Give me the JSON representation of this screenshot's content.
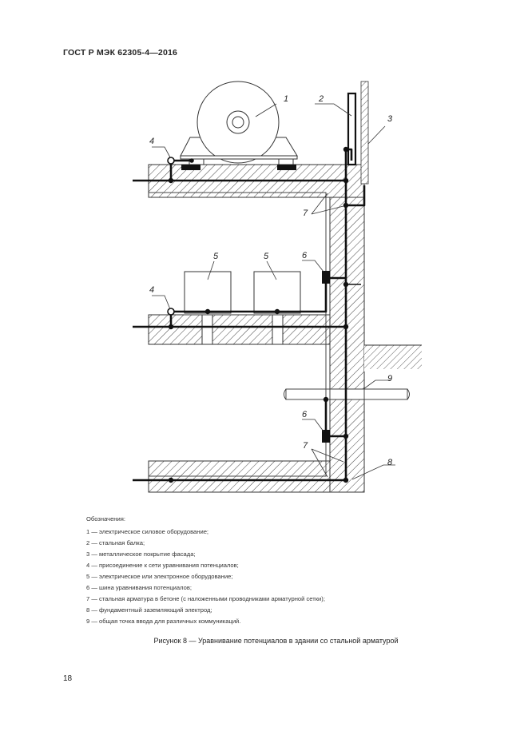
{
  "document": {
    "header": "ГОСТ Р МЭК 62305-4—2016",
    "page_number": "18"
  },
  "figure": {
    "callouts": {
      "c1": "1",
      "c2": "2",
      "c3": "3",
      "c4a": "4",
      "c4b": "4",
      "c5a": "5",
      "c5b": "5",
      "c6a": "6",
      "c6b": "6",
      "c7a": "7",
      "c7b": "7",
      "c8": "8",
      "c9": "9"
    },
    "caption": "Рисунок 8 — Уравнивание потенциалов в здании со стальной арматурой"
  },
  "legend": {
    "title": "Обозначения:",
    "items": [
      "1 — электрическое силовое оборудование;",
      "2 — стальная балка;",
      "3 — металлическое покрытие фасада;",
      "4 — присоединение к сети уравнивания потенциалов;",
      "5 — электрическое или электронное оборудование;",
      "6 — шина уравнивания потенциалов;",
      "7 — стальная арматура в бетоне (с наложенными проводниками арматурной сетки);",
      "8 — фундаментный заземляющий электрод;",
      "9 — общая точка ввода для различных коммуникаций."
    ]
  }
}
